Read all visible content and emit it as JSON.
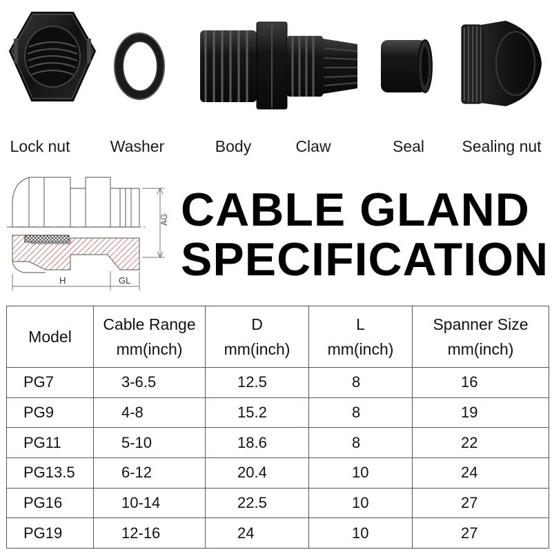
{
  "parts": [
    {
      "icon": "lock-nut-icon",
      "label": "Lock nut"
    },
    {
      "icon": "washer-icon",
      "label": "Washer"
    },
    {
      "icon": "body-icon",
      "label": "Body"
    },
    {
      "icon": "claw-icon",
      "label": "Claw"
    },
    {
      "icon": "seal-icon",
      "label": "Seal"
    },
    {
      "icon": "sealing-nut-icon",
      "label": "Sealing nut"
    }
  ],
  "drawing": {
    "icon": "cable-gland-cross-section-icon",
    "dim_ag": "AG",
    "dim_h": "H",
    "dim_gl": "GL"
  },
  "title": {
    "line1": "CABLE GLAND",
    "line2": "SPECIFICATION"
  },
  "table": {
    "headers": [
      {
        "line1": "Model",
        "line2": ""
      },
      {
        "line1": "Cable Range",
        "line2": "mm(inch)"
      },
      {
        "line1": "D",
        "line2": "mm(inch)"
      },
      {
        "line1": "L",
        "line2": "mm(inch)"
      },
      {
        "line1": "Spanner Size",
        "line2": "mm(inch)"
      }
    ],
    "rows": [
      [
        "PG7",
        "3-6.5",
        "12.5",
        "8",
        "16"
      ],
      [
        "PG9",
        "4-8",
        "15.2",
        "8",
        "19"
      ],
      [
        "PG11",
        "5-10",
        "18.6",
        "8",
        "22"
      ],
      [
        "PG13.5",
        "6-12",
        "20.4",
        "10",
        "24"
      ],
      [
        "PG16",
        "10-14",
        "22.5",
        "10",
        "27"
      ],
      [
        "PG19",
        "12-16",
        "24",
        "10",
        "27"
      ]
    ]
  },
  "colors": {
    "part_black": "#151515",
    "part_highlight": "#5a5a5a",
    "drawing_line": "#6f6f6f",
    "hatch": "#b84a3a",
    "table_border": "#555555"
  }
}
